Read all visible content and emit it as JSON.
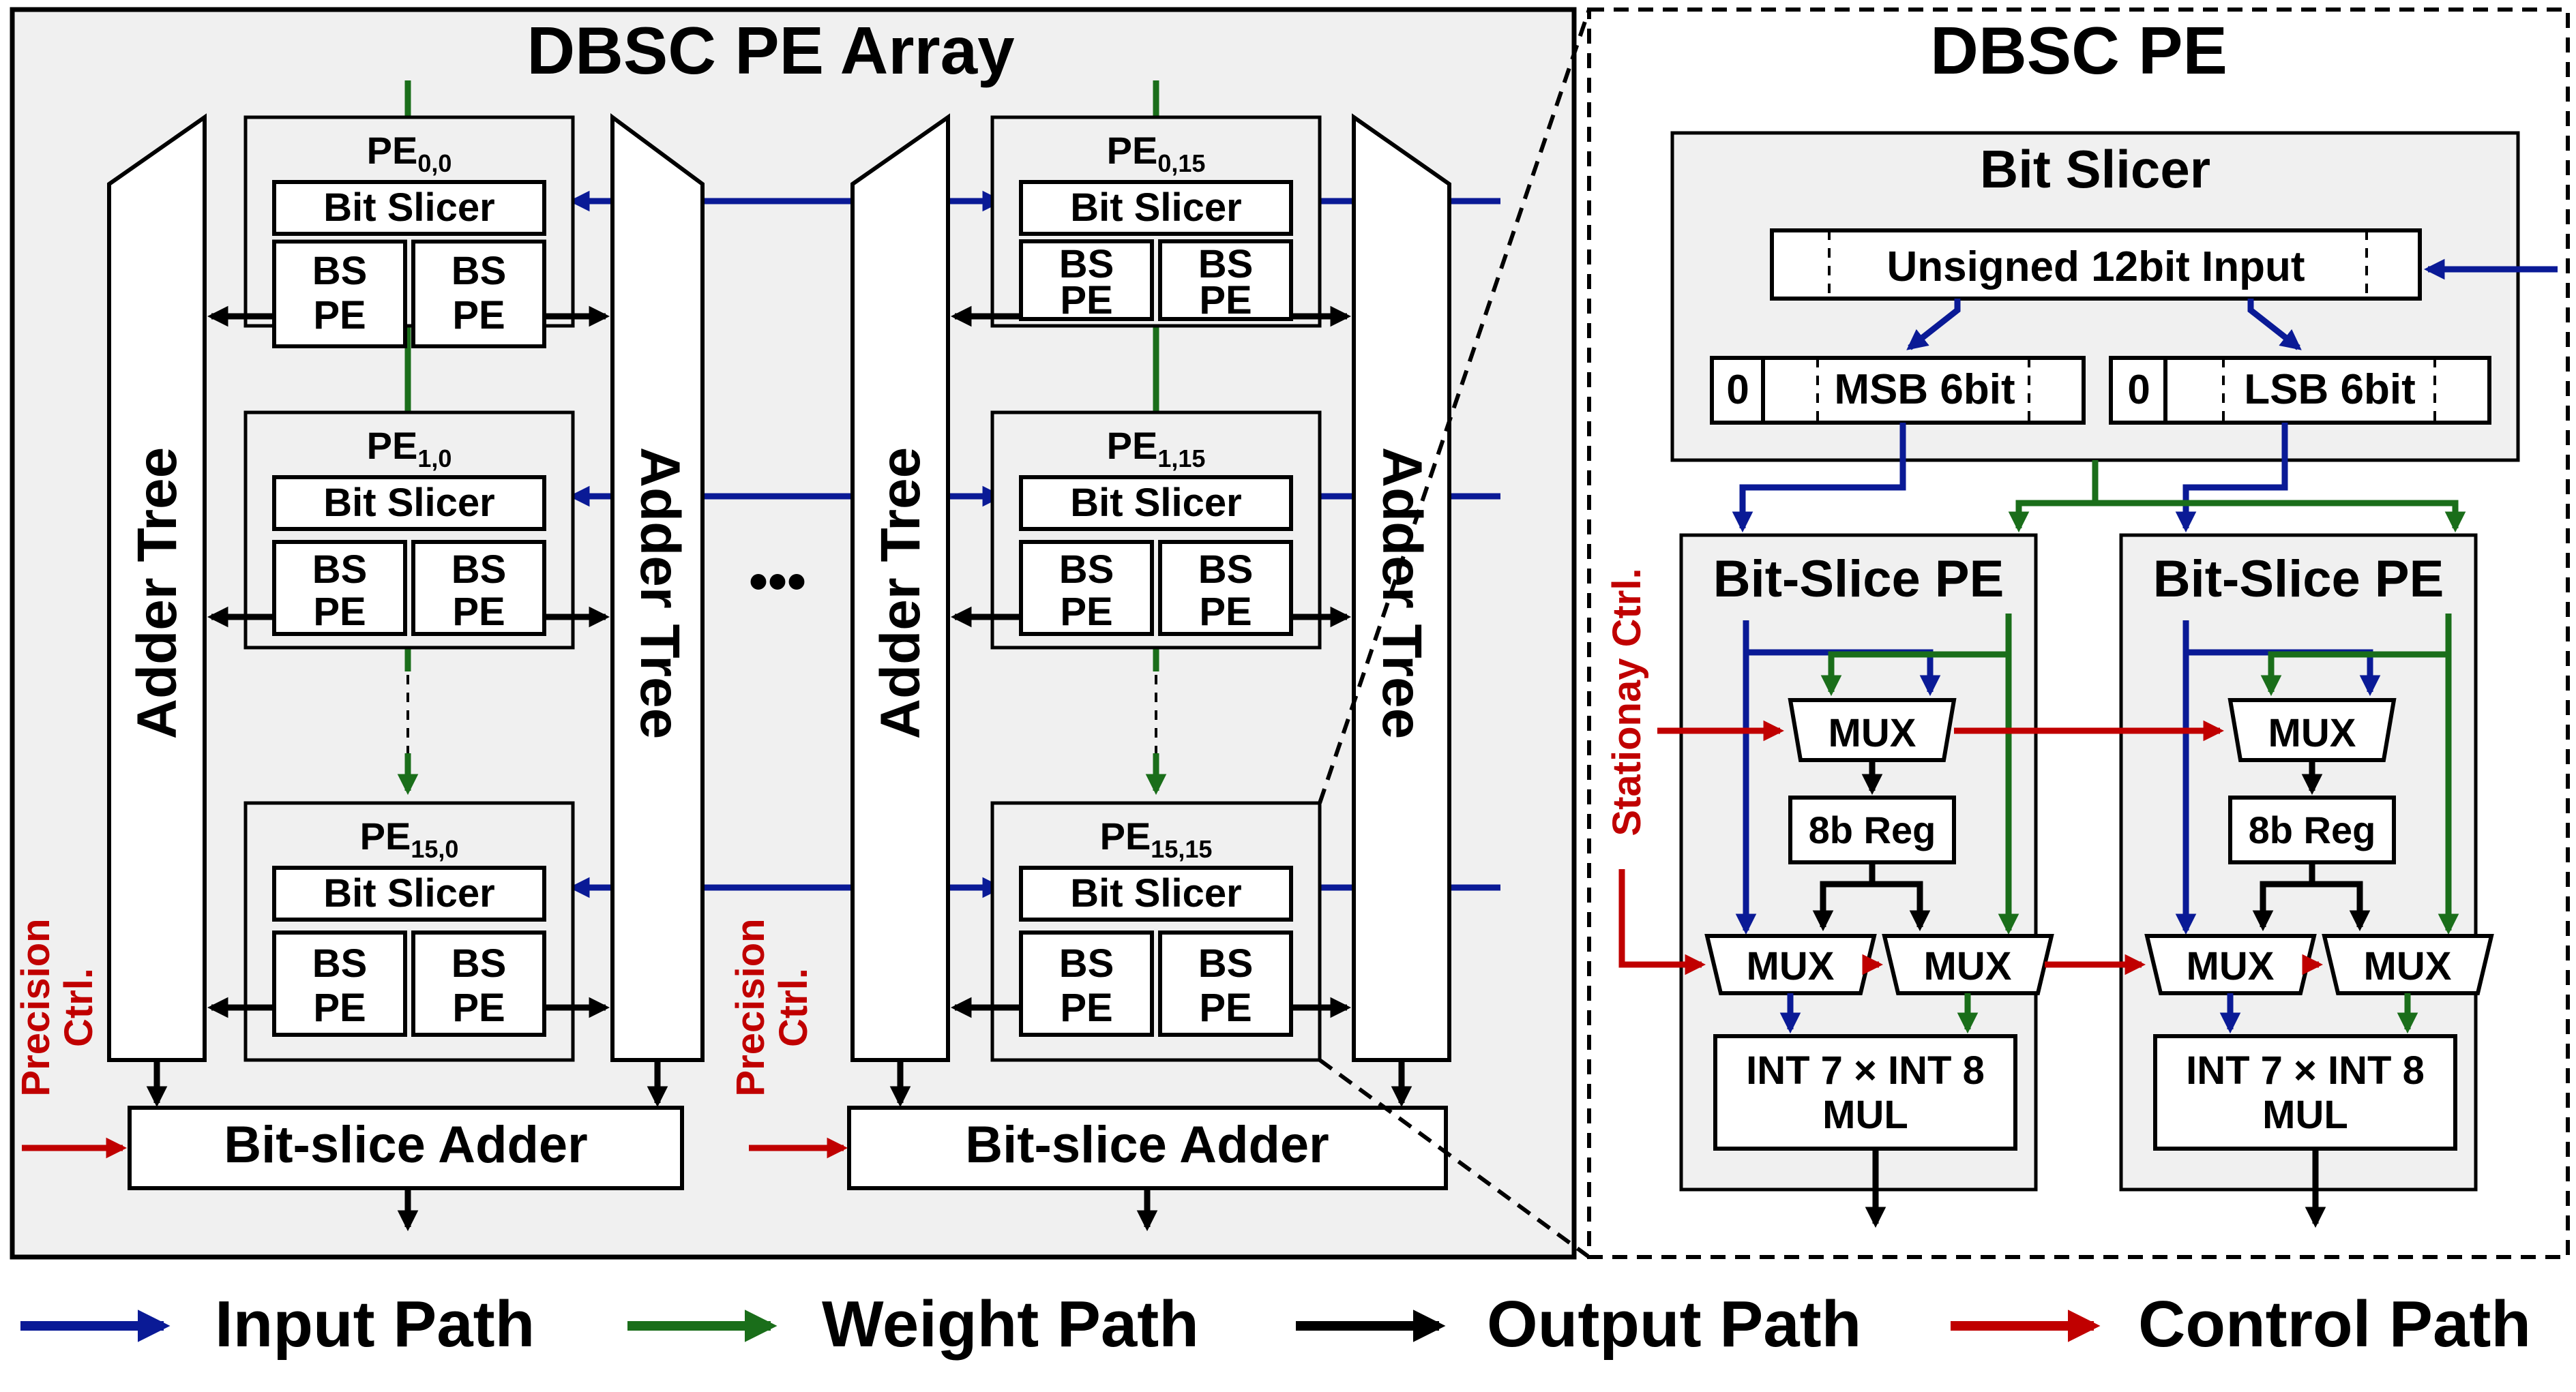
{
  "array": {
    "title": "DBSC PE Array",
    "adder_tree": "Adder Tree",
    "bit_slicer": "Bit Slicer",
    "bs_pe": [
      "BS",
      "PE"
    ],
    "pe_label": "PE",
    "pe_subscripts": [
      [
        "0,0",
        "1,0",
        "15,0"
      ],
      [
        "0,15",
        "1,15",
        "15,15"
      ]
    ],
    "ellipsis": "•••",
    "bit_slice_adder": "Bit-slice Adder",
    "precision_ctrl": [
      "Precision",
      "Ctrl."
    ]
  },
  "detail": {
    "title": "DBSC PE",
    "bit_slicer": "Bit Slicer",
    "input": "Unsigned 12bit Input",
    "msb": "MSB 6bit",
    "lsb": "LSB 6bit",
    "zero": "0",
    "bit_slice_pe": "Bit-Slice PE",
    "mux": "MUX",
    "reg": "8b Reg",
    "mul": [
      "INT 7 ×  INT 8",
      "MUL"
    ],
    "stationary_ctrl": "Stationay Ctrl."
  },
  "legend": [
    {
      "label": "Input Path",
      "color": "#0a1a96"
    },
    {
      "label": "Weight Path",
      "color": "#1a6e1a"
    },
    {
      "label": "Output Path",
      "color": "#000000"
    },
    {
      "label": "Control Path",
      "color": "#c00000"
    }
  ]
}
